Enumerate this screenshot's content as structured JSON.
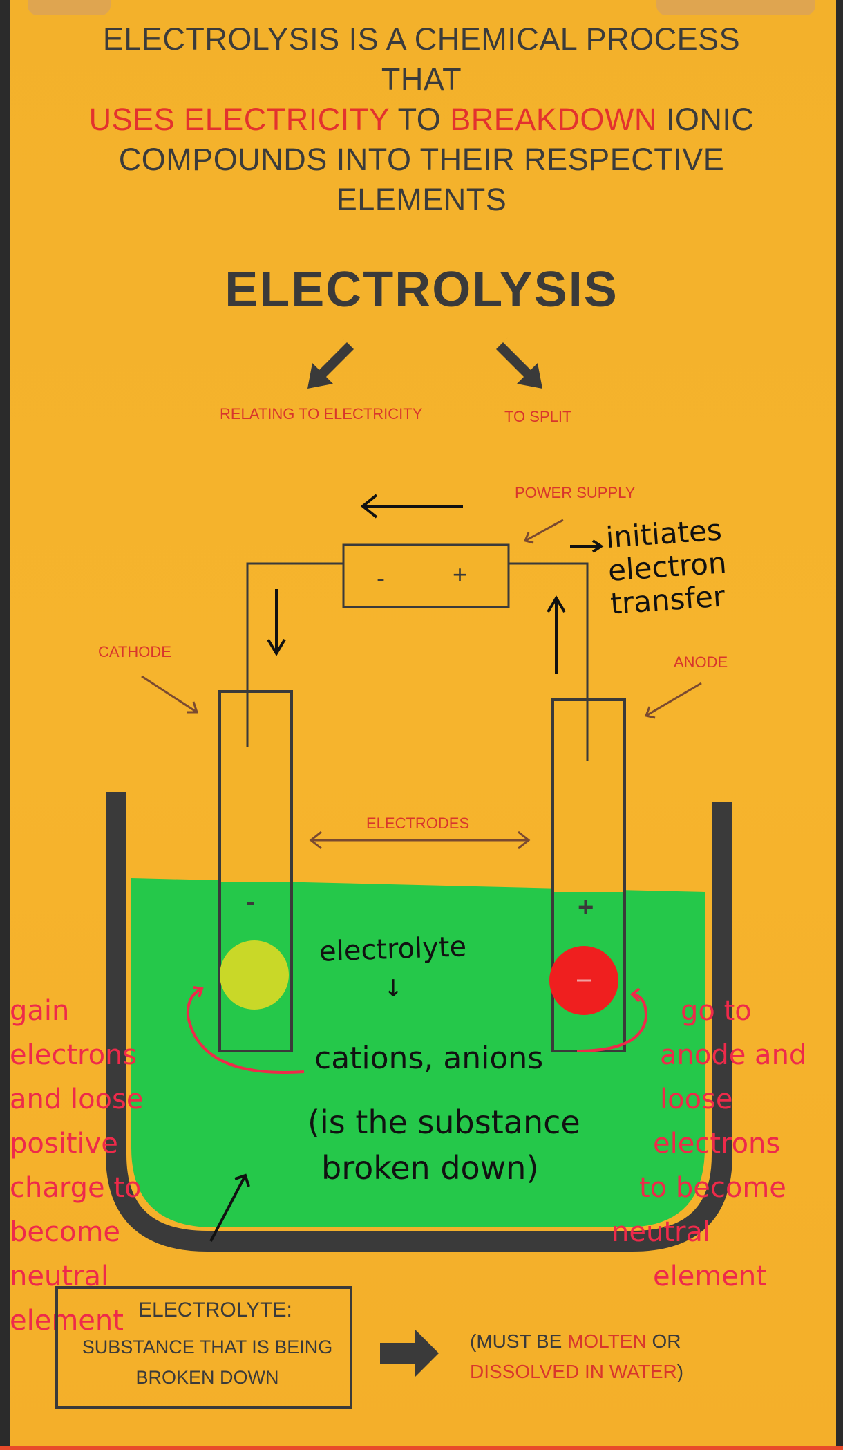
{
  "intro": {
    "line1": "ELECTROLYSIS IS A CHEMICAL PROCESS THAT",
    "line2_red1": "USES ELECTRICITY",
    "line2_mid": " TO ",
    "line2_red2": "BREAKDOWN",
    "line2_end": " IONIC",
    "line3": "COMPOUNDS INTO THEIR RESPECTIVE",
    "line4": "ELEMENTS"
  },
  "title": "ELECTROLYSIS",
  "etymology": {
    "left": "RELATING TO ELECTRICITY",
    "right": "TO SPLIT"
  },
  "labels": {
    "power_supply": "POWER SUPPLY",
    "cathode": "CATHODE",
    "anode": "ANODE",
    "electrodes": "ELECTRODES",
    "battery_minus": "-",
    "battery_plus": "+",
    "cathode_sign": "-",
    "anode_sign": "+",
    "anion_sign": "-"
  },
  "handwritten": {
    "initiates": [
      "initiates",
      "electron",
      "transfer"
    ],
    "electrolyte": "electrolyte",
    "down_arrow": "↓",
    "cations_anions": "cations, anions",
    "substance": [
      "(is the substance",
      "broken down)"
    ],
    "left_note": [
      "gain",
      "electrons",
      "and loose",
      "positive",
      "charge to",
      "become",
      "neutral",
      "element"
    ],
    "right_note": [
      "go to",
      "anode and",
      "loose",
      "electrons",
      "to become",
      "neutral",
      "element"
    ]
  },
  "electrolyte_box": {
    "title": "ELECTROLYTE:",
    "desc_line1": "SUBSTANCE THAT IS BEING",
    "desc_line2": "BROKEN DOWN"
  },
  "must": {
    "open": "(MUST BE ",
    "red1": "MOLTEN",
    "or": " OR",
    "red2": "DISSOLVED IN WATER",
    "close": ")"
  },
  "colors": {
    "background": "#f4b32a",
    "electrolyte": "#25c84a",
    "cation": "#c9d828",
    "anion": "#ef1f1f",
    "accent_red": "#d8362c",
    "ink_pink": "#ee2a4a"
  }
}
